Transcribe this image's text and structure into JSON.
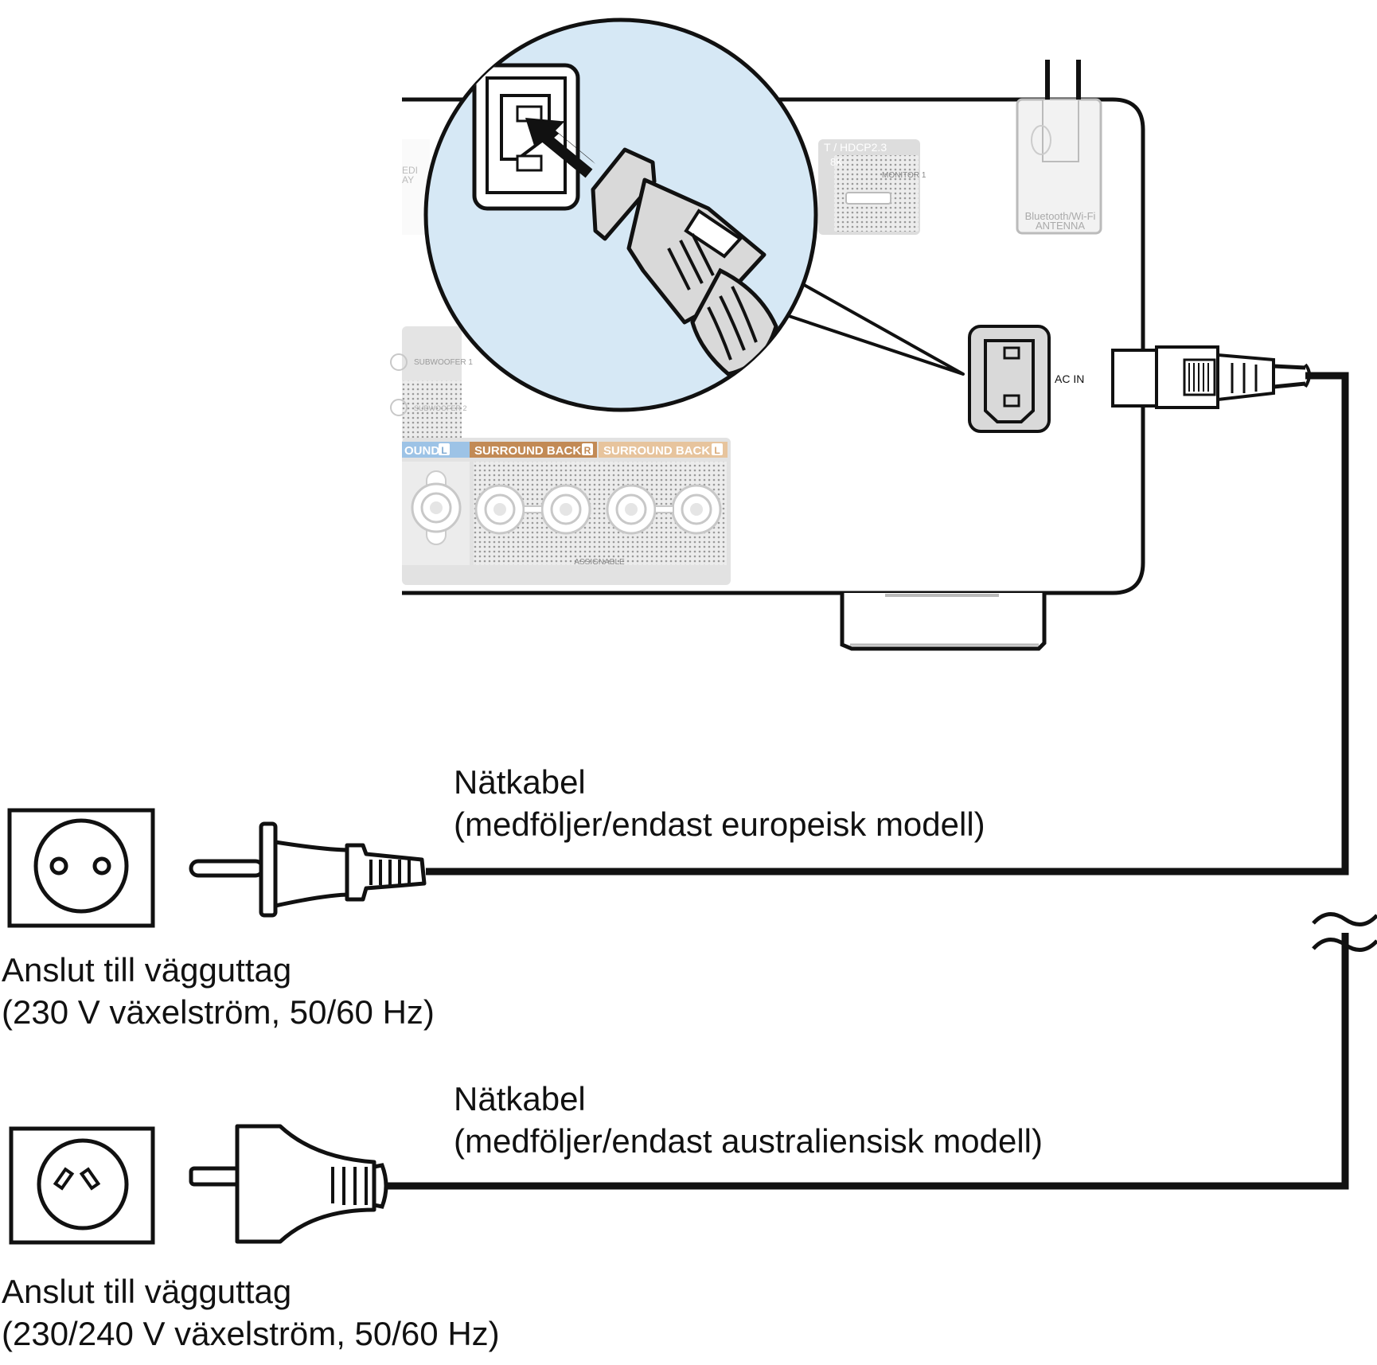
{
  "colors": {
    "stroke": "#111111",
    "panel_gray": "#d9d9d9",
    "accent_orange": "#c28a55",
    "accent_orange_light": "#e7c49d",
    "accent_blue": "#9dc3e6",
    "detail_blue": "#d6e8f5"
  },
  "panel": {
    "ac_in_label": "AC IN",
    "antenna_label_line1": "Bluetooth/Wi-Fi",
    "antenna_label_line2": "ANTENNA",
    "hdmi_label": "T / HDCP2.3",
    "hdmi_8k_label": "8K",
    "hdmi_monitor_label": "MONITOR 1",
    "media_label_line1": "EDI",
    "media_label_line2": "AY",
    "subwoofer1_label": "SUBWOOFER 1",
    "subwoofer2_label": "SUBWOOFER 2",
    "surround_l_label": "OUND",
    "surround_back_r_label": "SURROUND BACK",
    "surround_back_l_label": "SURROUND BACK",
    "badge_r": "R",
    "badge_l": "L",
    "assignable_label": "ASSIGNABLE"
  },
  "cables": {
    "eu": {
      "cable_title": "Nätkabel",
      "cable_note": "(medföljer/endast europeisk modell)",
      "outlet_title": "Anslut till vägguttag",
      "outlet_note": "(230 V växelström, 50/60 Hz)"
    },
    "au": {
      "cable_title": "Nätkabel",
      "cable_note": "(medföljer/endast australiensisk modell)",
      "outlet_title": "Anslut till vägguttag",
      "outlet_note": "(230/240 V växelström, 50/60 Hz)"
    }
  }
}
